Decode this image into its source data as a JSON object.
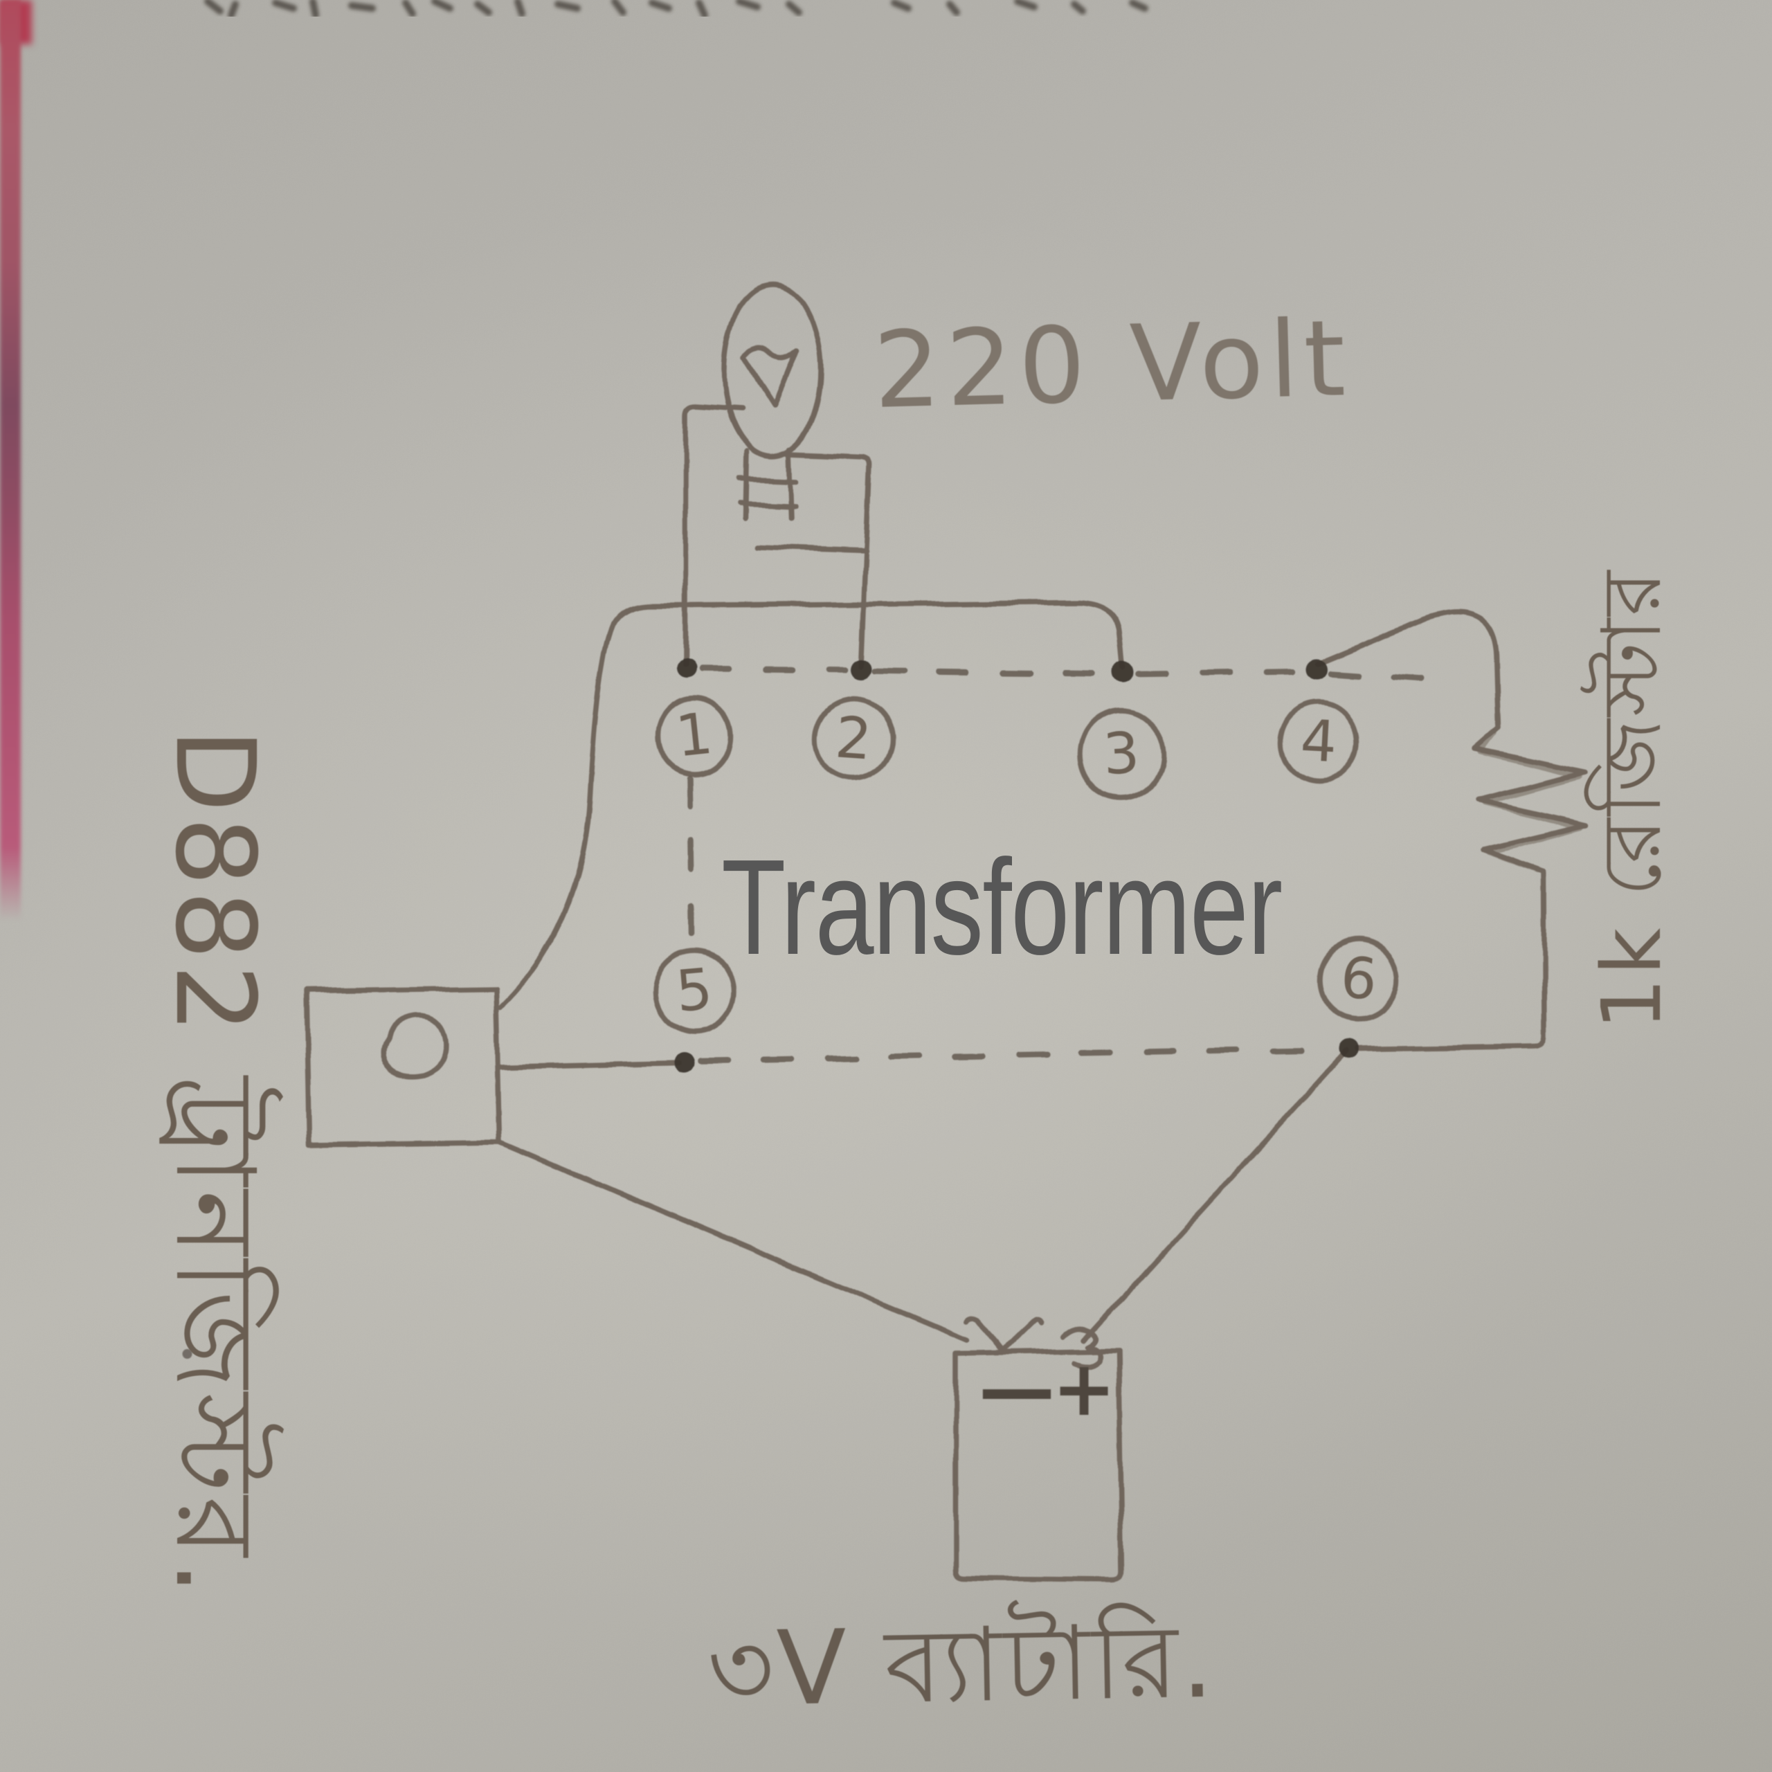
{
  "overlay": {
    "title": "Transformer"
  },
  "labels": {
    "bulb_voltage": "220 Volt",
    "resistor": "1k রেজিস্টার",
    "transistor": "D882 ট্রানজিস্টর.",
    "battery": "৩V ব্যাটারি.",
    "battery_minus": "—",
    "battery_plus": "+"
  },
  "terminals": {
    "t1": "1",
    "t2": "2",
    "t3": "3",
    "t4": "4",
    "t5": "5",
    "t6": "6"
  },
  "colors": {
    "paper": "#b6b4ae",
    "pencil": "#6a5e54",
    "overlay_text": "#575757",
    "photo_edge_pink": "#a85a6a"
  }
}
